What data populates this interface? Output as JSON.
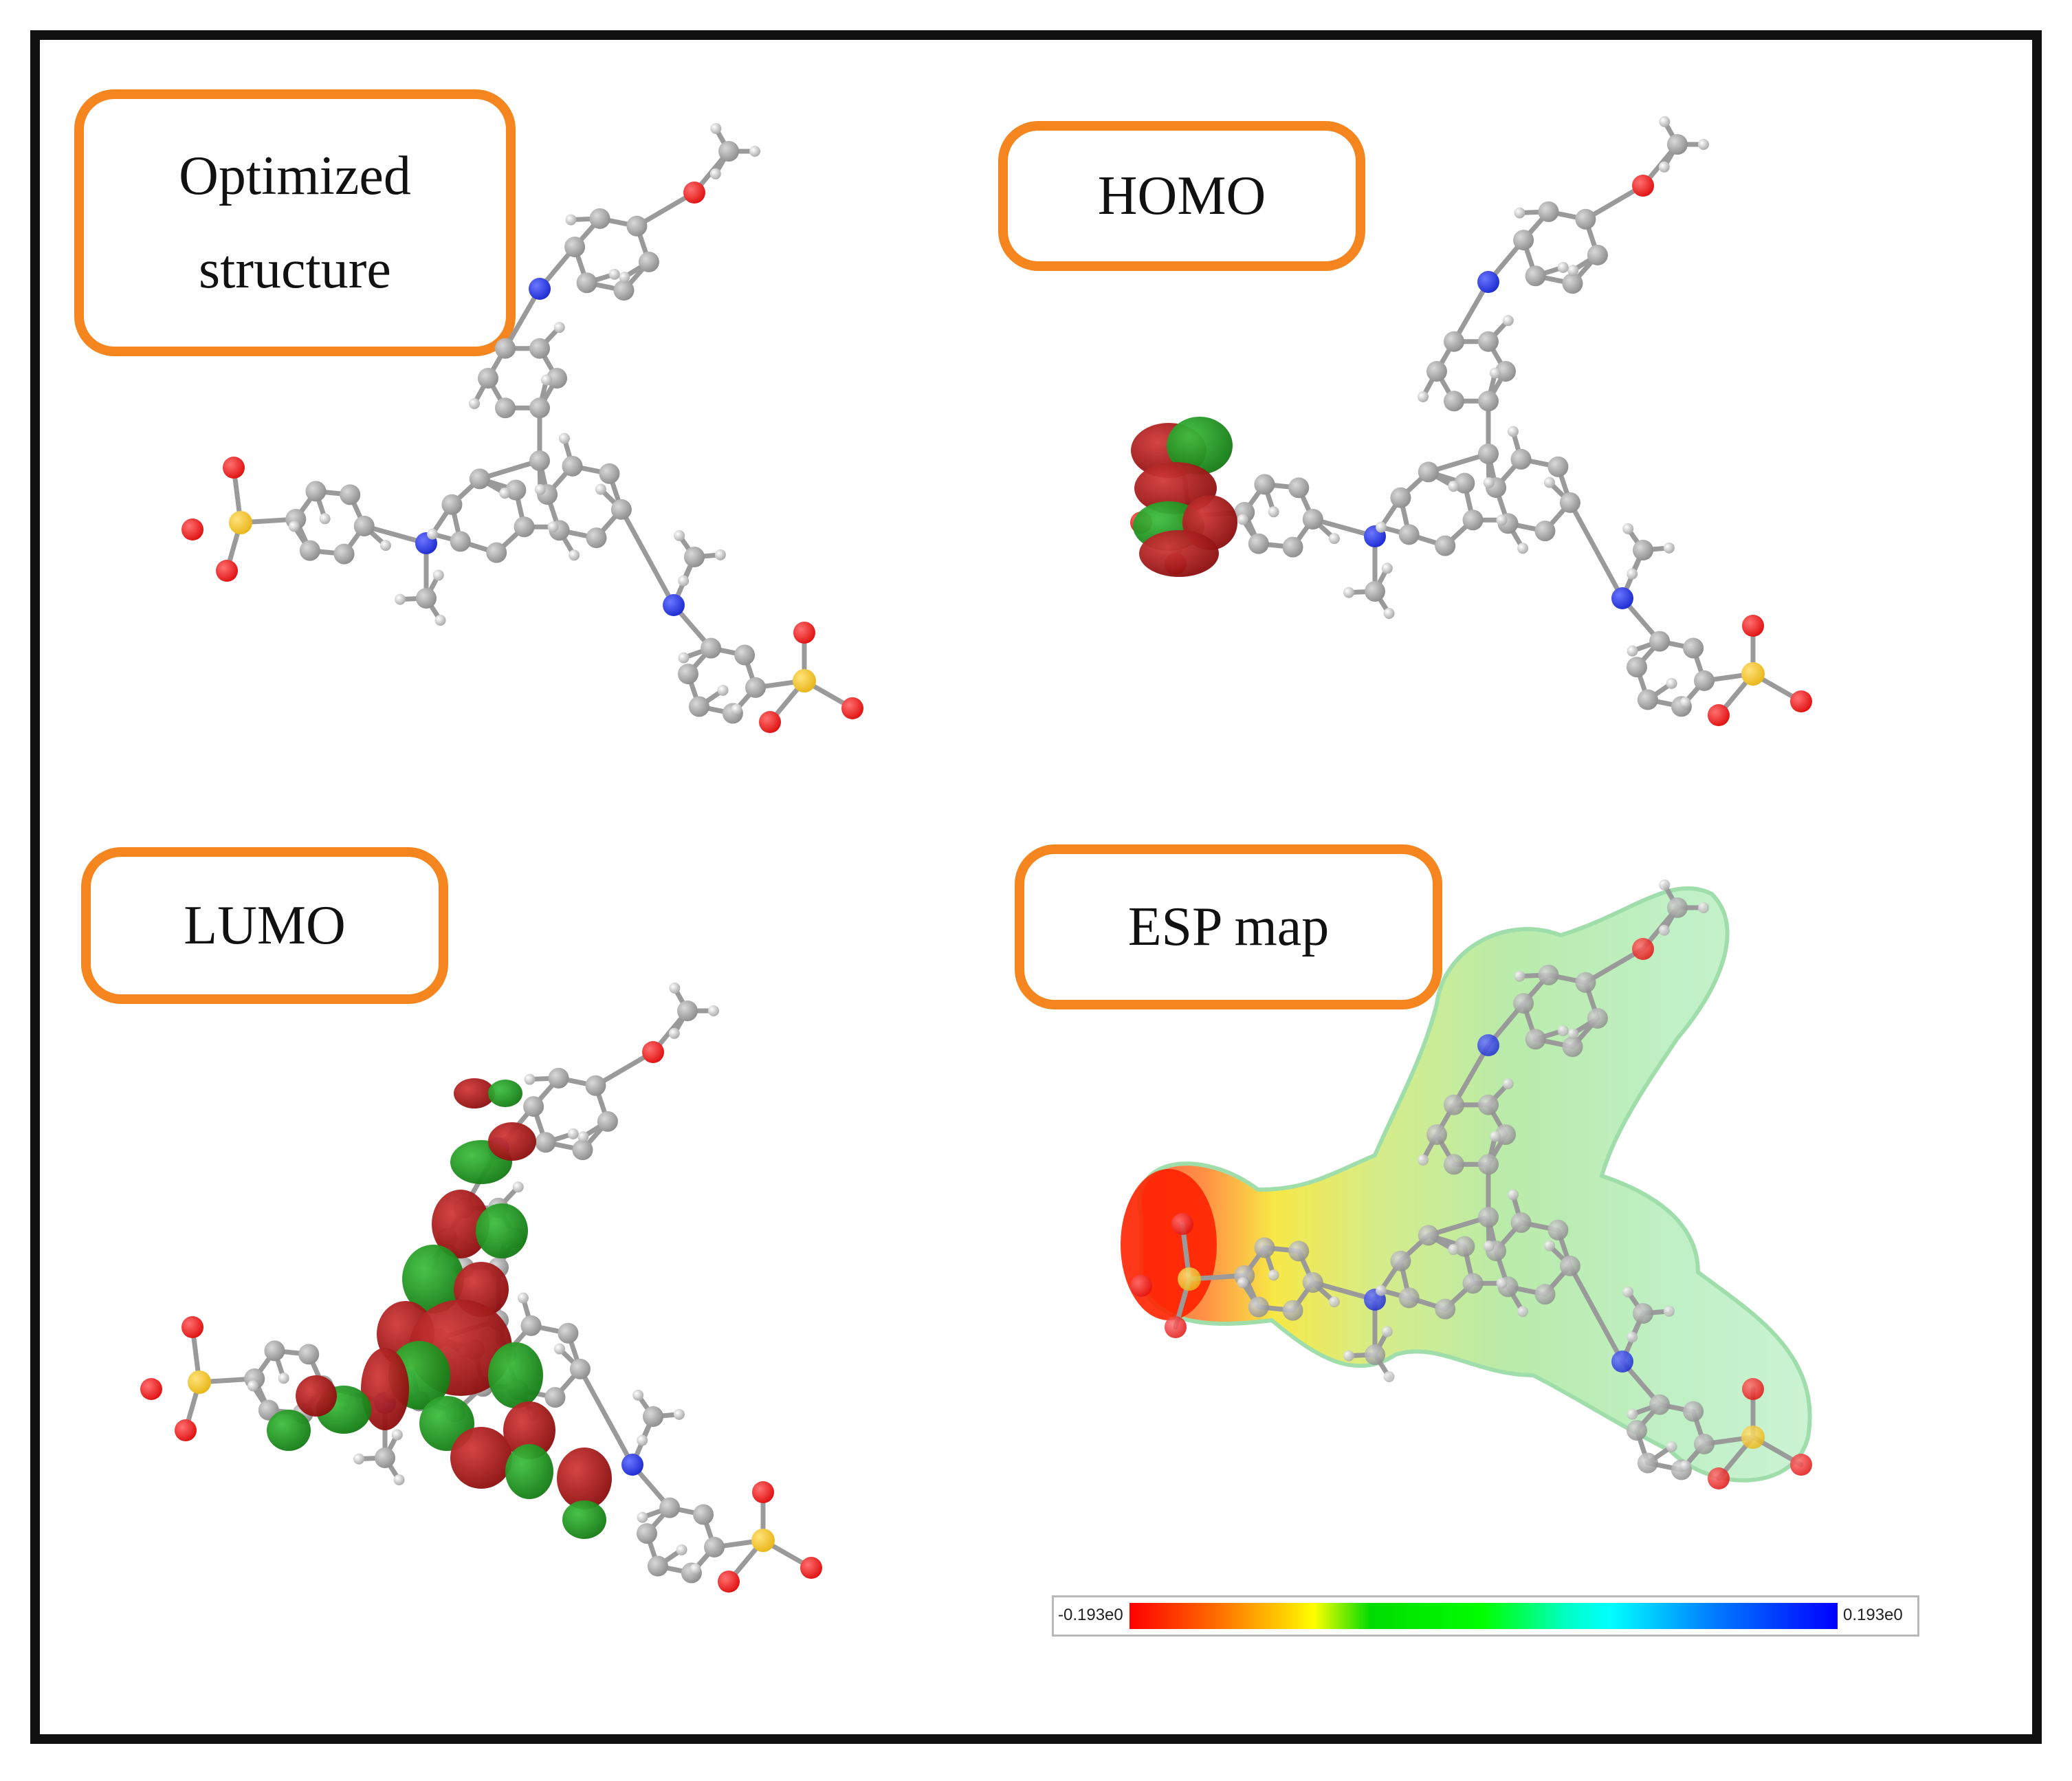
{
  "panels": {
    "optimized": {
      "label_line1": "Optimized",
      "label_line2": "structure"
    },
    "homo": {
      "label": "HOMO"
    },
    "lumo": {
      "label": "LUMO"
    },
    "esp": {
      "label": "ESP map"
    }
  },
  "colorbar": {
    "min_label": "-0.193e0",
    "max_label": "0.193e0"
  },
  "colors": {
    "border": "#111111",
    "label_outline": "#f5861f",
    "carbon": "#8c8c8c",
    "hydrogen": "#e6e6e6",
    "nitrogen": "#1c2bd1",
    "oxygen": "#e01010",
    "sulfur": "#e8b516",
    "lobe_positive": "#8b0d0d",
    "lobe_negative": "#137a13"
  }
}
